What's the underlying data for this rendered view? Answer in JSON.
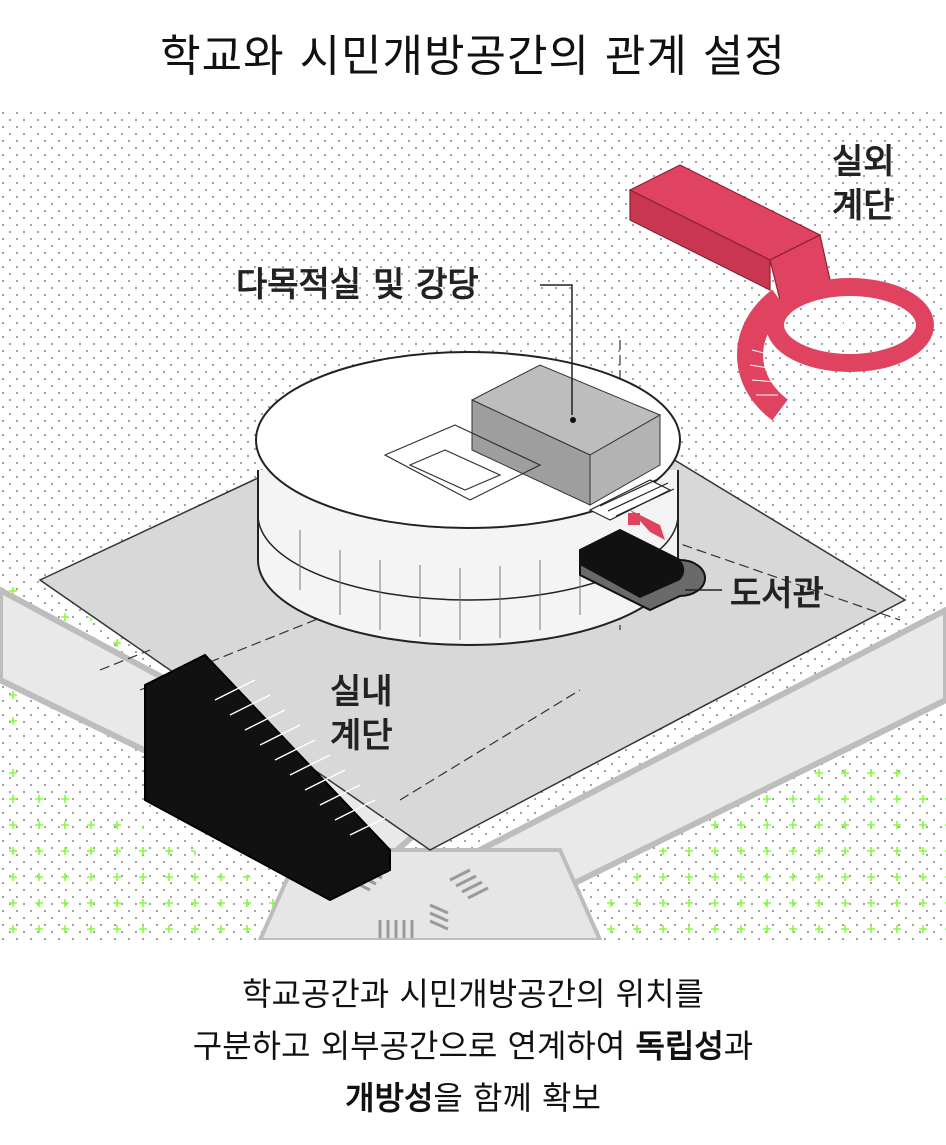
{
  "title": "학교와 시민개방공간의 관계 설정",
  "labels": {
    "outdoor_stair": [
      "실외",
      "계단"
    ],
    "multipurpose": "다목적실 및 강당",
    "library": "도서관",
    "indoor_stair": [
      "실내",
      "계단"
    ]
  },
  "caption": {
    "line1": "학교공간과 시민개방공간의 위치를",
    "line2_a": "구분하고 외부공간으로 연계하여 ",
    "line2_bold": "독립성",
    "line2_b": "과",
    "line3_bold": "개방성",
    "line3_a": "을 함께 확보"
  },
  "colors": {
    "accent_red": "#e0435f",
    "plaza_gray": "#d8d8d8",
    "road_gray": "#bdbdbd",
    "green_dot": "#7dff3a",
    "dot_gray": "#9a9a9a"
  }
}
